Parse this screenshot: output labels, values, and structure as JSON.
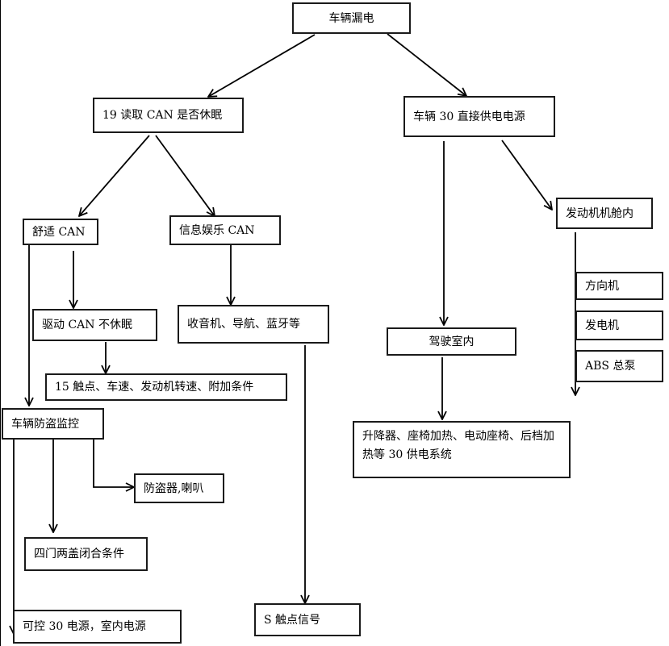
{
  "nodes": {
    "vehicle_leakage": "车辆漏电",
    "read_can_sleep": "19 读取 CAN 是否休眠",
    "direct_30_power": "车辆 30 直接供电电源",
    "comfort_can": "舒适 CAN",
    "infotainment_can": "信息娱乐 CAN",
    "engine_bay": "发动机机舱内",
    "drive_can_awake": "驱动 CAN 不休眠",
    "radio_nav_bt": "收音机、导航、蓝牙等",
    "steering": "方向机",
    "generator": "发电机",
    "abs_pump": "ABS 总泵",
    "cabin": "驾驶室内",
    "condition_15": "15 触点、车速、发动机转速、附加条件",
    "anti_theft_monitor": "车辆防盗监控",
    "cabin_30_systems": "升降器、座椅加热、电动座椅、后档加热等 30 供电系统",
    "alarm_horn": "防盗器,喇叭",
    "doors_closed": "四门两盖闭合条件",
    "s_contact": "S 触点信号",
    "controlled_30": "可控 30 电源，室内电源"
  }
}
